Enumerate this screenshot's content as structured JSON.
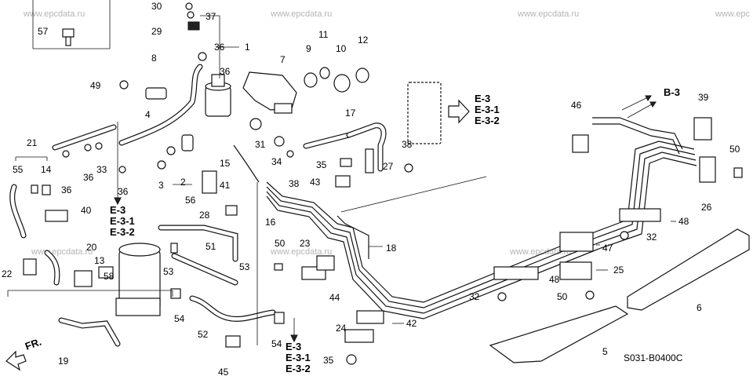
{
  "watermark": "www.epcdata.ru",
  "diagram_code": "S031-B0400C",
  "direction_label": "FR.",
  "refs": {
    "left": [
      "E-3",
      "E-3-1",
      "E-3-2"
    ],
    "center": [
      "E-3",
      "E-3-1",
      "E-3-2"
    ],
    "bottom": [
      "E-3",
      "E-3-1",
      "E-3-2"
    ],
    "top_right": "B-3"
  },
  "part_labels": [
    "1",
    "2",
    "3",
    "4",
    "5",
    "6",
    "7",
    "8",
    "9",
    "10",
    "11",
    "12",
    "13",
    "14",
    "15",
    "16",
    "17",
    "18",
    "19",
    "20",
    "21",
    "22",
    "23",
    "24",
    "25",
    "26",
    "27",
    "28",
    "29",
    "30",
    "31",
    "32",
    "33",
    "34",
    "35",
    "36",
    "37",
    "38",
    "39",
    "40",
    "41",
    "42",
    "43",
    "44",
    "45",
    "46",
    "47",
    "48",
    "49",
    "50",
    "51",
    "52",
    "53",
    "54",
    "55",
    "56",
    "57",
    "58"
  ]
}
